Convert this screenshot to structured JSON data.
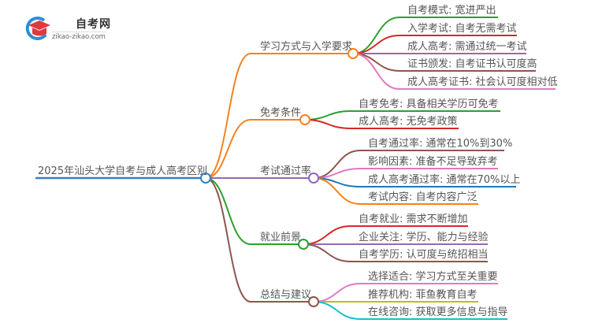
{
  "logo": {
    "title": "自考网",
    "url": "zikao-zikao.com"
  },
  "root": {
    "label": "2025年汕头大学自考与成人高考区别",
    "color": "#3b7fc4"
  },
  "branches": [
    {
      "label": "学习方式与入学要求",
      "color": "#f5821f",
      "children": [
        {
          "label": "自考模式: 宽进严出",
          "color": "#2ca02c"
        },
        {
          "label": "入学考试: 自考无需考试",
          "color": "#d62728"
        },
        {
          "label": "成人高考: 需通过统一考试",
          "color": "#9467bd"
        },
        {
          "label": "证书颁发: 自考证书认可度高",
          "color": "#8c564b"
        },
        {
          "label": "成人高考证书: 社会认可度相对低",
          "color": "#e377c2"
        }
      ]
    },
    {
      "label": "免考条件",
      "color": "#f5821f",
      "children": [
        {
          "label": "自考免考: 具备相关学历可免考",
          "color": "#2ca02c"
        },
        {
          "label": "成人高考: 无免考政策",
          "color": "#d62728"
        }
      ]
    },
    {
      "label": "考试通过率",
      "color": "#9467bd",
      "children": [
        {
          "label": "自考通过率: 通常在10%到30%",
          "color": "#8c564b"
        },
        {
          "label": "影响因素: 准备不足导致弃考",
          "color": "#e377c2"
        },
        {
          "label": "成人高考通过率: 通常在70%以上",
          "color": "#1f77b4"
        },
        {
          "label": "考试内容: 自考内容广泛",
          "color": "#ff7f0e"
        }
      ]
    },
    {
      "label": "就业前景",
      "color": "#2ca02c",
      "children": [
        {
          "label": "自考就业: 需求不断增加",
          "color": "#d62728"
        },
        {
          "label": "企业关注: 学历、能力与经验",
          "color": "#9467bd"
        },
        {
          "label": "自考学历: 认可度与统招相当",
          "color": "#8c564b"
        }
      ]
    },
    {
      "label": "总结与建议",
      "color": "#8c564b",
      "children": [
        {
          "label": "选择适合: 学习方式至关重要",
          "color": "#e377c2"
        },
        {
          "label": "推荐机构: 菲鱼教育自考",
          "color": "#bcbd22"
        },
        {
          "label": "在线咨询: 获取更多信息与指导",
          "color": "#17becf"
        }
      ]
    }
  ]
}
